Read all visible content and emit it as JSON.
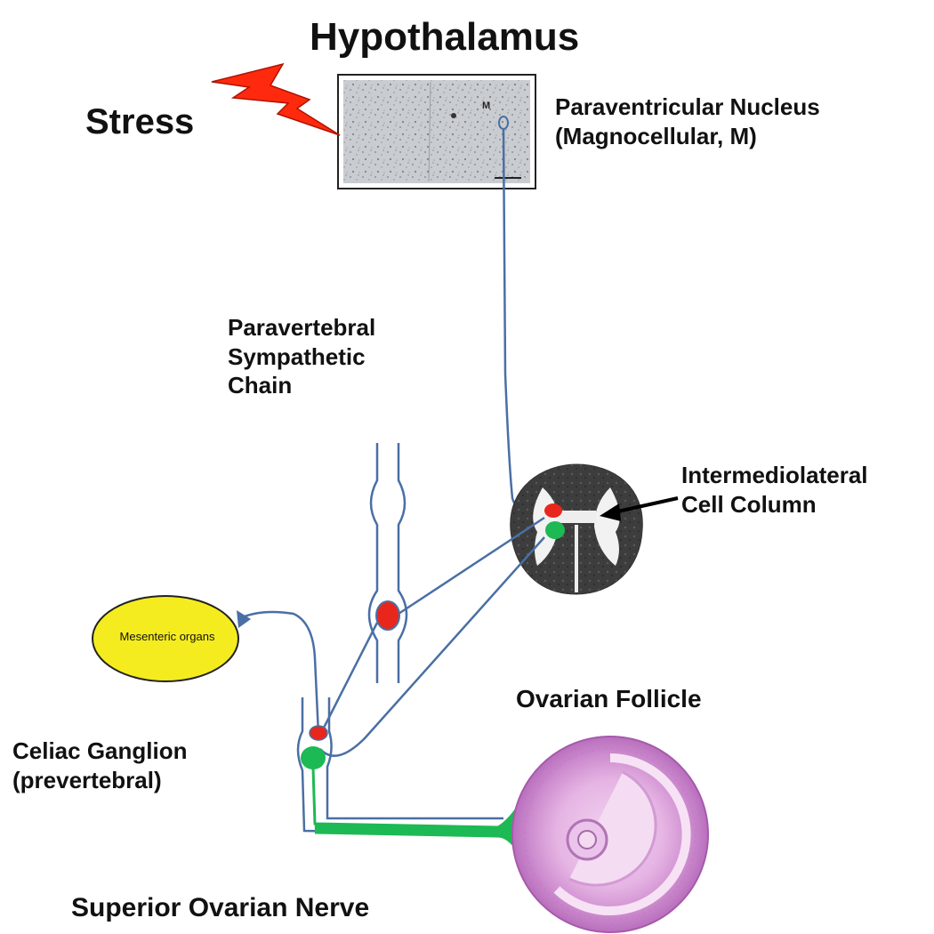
{
  "labels": {
    "title": "Hypothalamus",
    "stress": "Stress",
    "pvn": [
      "Paraventricular Nucleus",
      "(Magnocellular, M)"
    ],
    "chain": [
      "Paravertebral",
      "Sympathetic",
      "Chain"
    ],
    "iml": [
      "Intermediolateral",
      "Cell Column"
    ],
    "follicle": "Ovarian Follicle",
    "celiac": [
      "Celiac Ganglion",
      "(prevertebral)"
    ],
    "nerve": "Superior Ovarian Nerve",
    "mesenteric": "Mesenteric organs",
    "micro_m": "M"
  },
  "colors": {
    "nerve_line": "#4a6fa5",
    "preganglionic_red": "#e8261c",
    "postganglionic_green": "#1db954",
    "mesenteric_fill": "#f4ec1f",
    "lightning": "#ff2a0e",
    "follicle_pink": "#e0a8e0",
    "arrow": "#000000"
  },
  "icons": {
    "stress": "lightning-bolt-icon",
    "arrow": "arrow-left-icon"
  }
}
